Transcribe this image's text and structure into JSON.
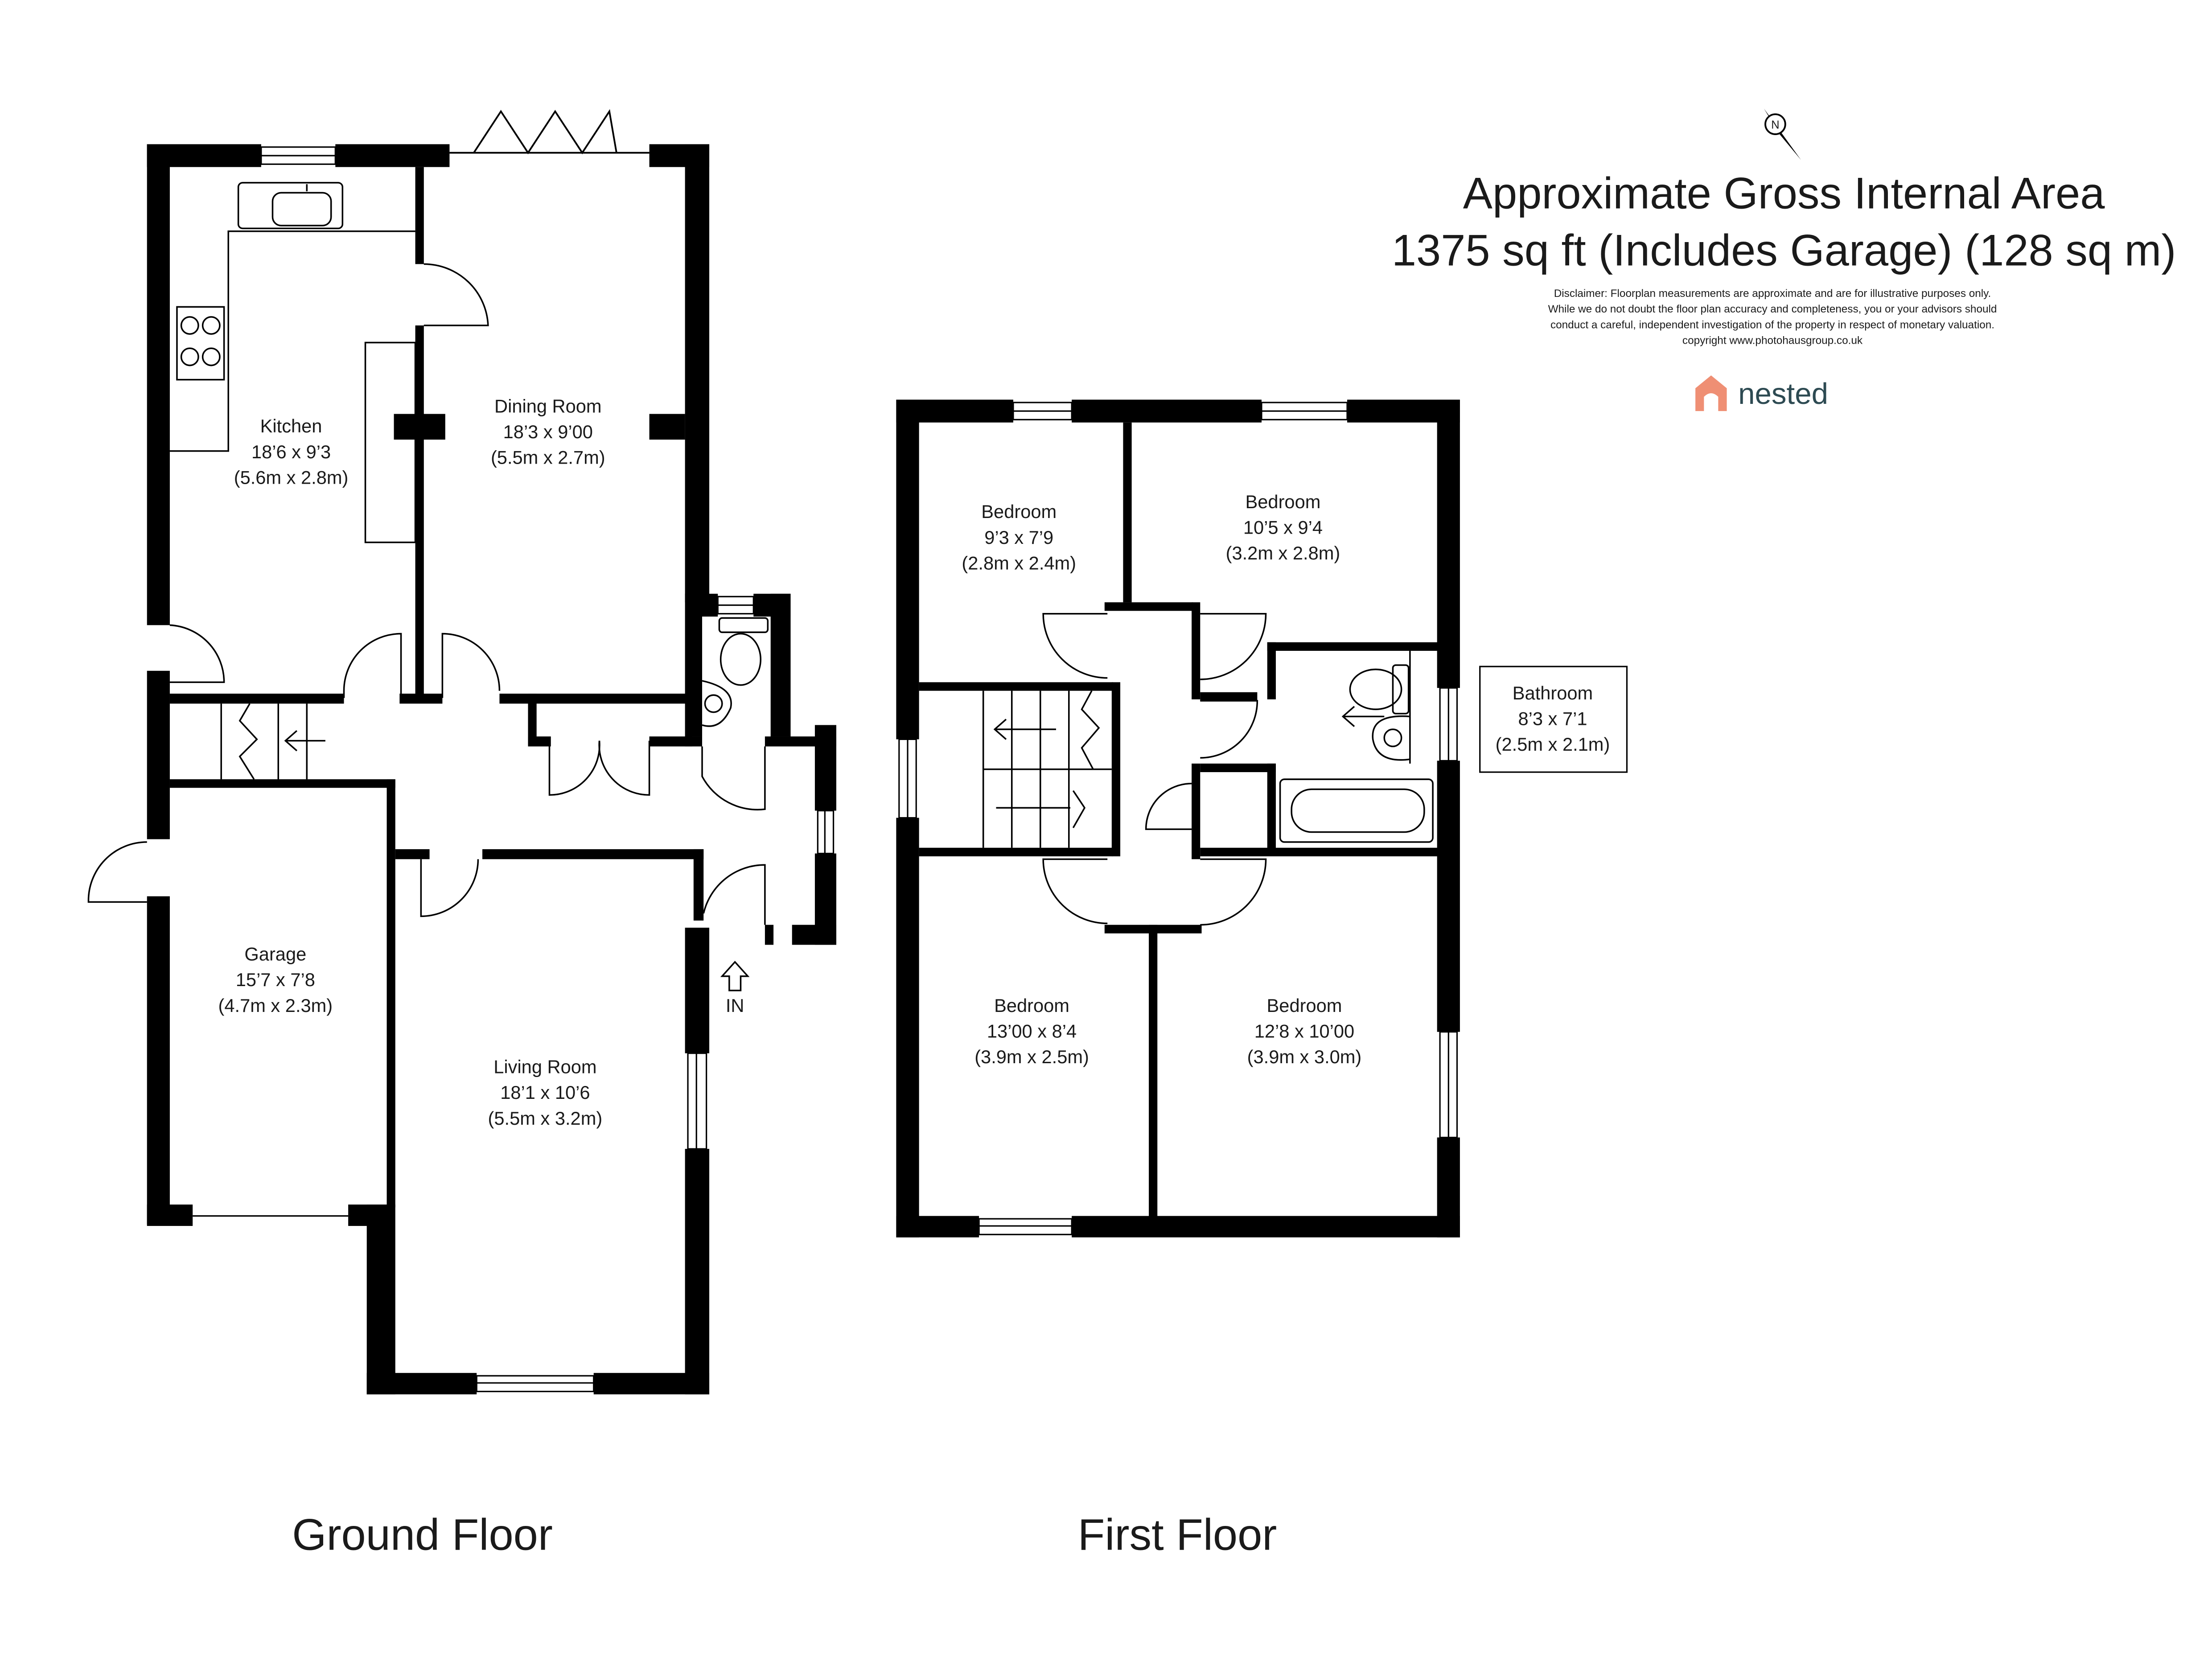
{
  "header": {
    "title_line1": "Approximate Gross Internal Area",
    "title_line2": "1375 sq ft (Includes Garage)  (128 sq m)",
    "disclaimer": [
      "Disclaimer: Floorplan measurements are approximate and are for illustrative purposes only.",
      "While we do not doubt the floor plan accuracy and completeness, you or your advisors should",
      "conduct a careful, independent investigation of the property in respect of monetary valuation.",
      "copyright www.photohausgroup.co.uk"
    ],
    "brand": "nested",
    "compass_letter": "N"
  },
  "colors": {
    "wall": "#000000",
    "brand_accent": "#ef8f74",
    "brand_text": "#2d4a52"
  },
  "ground_floor": {
    "label": "Ground Floor",
    "entrance_label": "IN",
    "rooms": {
      "kitchen": {
        "name": "Kitchen",
        "dim_imperial": "18’6 x 9’3",
        "dim_metric": "(5.6m x 2.8m)"
      },
      "dining": {
        "name": "Dining Room",
        "dim_imperial": "18’3 x 9’00",
        "dim_metric": "(5.5m x 2.7m)"
      },
      "garage": {
        "name": "Garage",
        "dim_imperial": "15’7 x 7’8",
        "dim_metric": "(4.7m x 2.3m)"
      },
      "living": {
        "name": "Living Room",
        "dim_imperial": "18’1 x 10’6",
        "dim_metric": "(5.5m x 3.2m)"
      }
    }
  },
  "first_floor": {
    "label": "First Floor",
    "rooms": {
      "bedroom_a": {
        "name": "Bedroom",
        "dim_imperial": "9’3 x 7’9",
        "dim_metric": "(2.8m x 2.4m)"
      },
      "bedroom_b": {
        "name": "Bedroom",
        "dim_imperial": "10’5 x 9’4",
        "dim_metric": "(3.2m x 2.8m)"
      },
      "bathroom": {
        "name": "Bathroom",
        "dim_imperial": "8’3 x 7’1",
        "dim_metric": "(2.5m x 2.1m)"
      },
      "bedroom_c": {
        "name": "Bedroom",
        "dim_imperial": "13’00 x 8’4",
        "dim_metric": "(3.9m x 2.5m)"
      },
      "bedroom_d": {
        "name": "Bedroom",
        "dim_imperial": "12’8 x 10’00",
        "dim_metric": "(3.9m x 3.0m)"
      }
    }
  }
}
